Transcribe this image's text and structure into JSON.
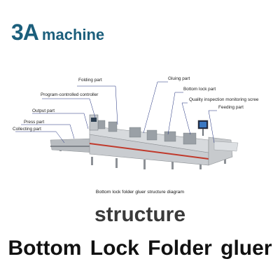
{
  "logo": {
    "mark": "3A",
    "word": "machine",
    "color": "#1c5f7c"
  },
  "diagram": {
    "labels": {
      "folding": "Folding part",
      "program": "Program-controlled controller",
      "output": "Output part",
      "press": "Press part",
      "collecting": "Collecting part",
      "gluing": "Gluing part",
      "bottom_lock": "Bottom lock part",
      "quality": "Quality inspection monitoring scree",
      "feeding": "Feeding part"
    },
    "caption": "Bottom lock folder gluer   structure diagram"
  },
  "structure_title": "structure",
  "headline": "Bottom  Lock  Folder gluer",
  "colors": {
    "machine_body": "#c9ccd0",
    "accent_stripe": "#c0392b",
    "leader": "#1a2a7a"
  }
}
